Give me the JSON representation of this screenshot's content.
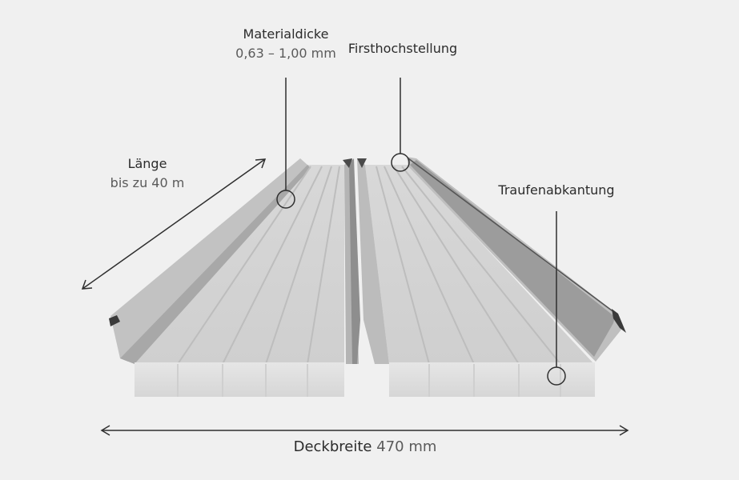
{
  "labels": {
    "materialdicke": {
      "title": "Materialdicke",
      "value": "0,63 – 1,00 mm"
    },
    "firsthochstellung": {
      "title": "Firsthochstellung"
    },
    "laenge": {
      "title": "Länge",
      "value": "bis zu 40 m"
    },
    "traufenabkantung": {
      "title": "Traufenabkantung"
    },
    "deckbreite": {
      "title": "Deckbreite",
      "value": "470 mm"
    }
  },
  "colors": {
    "background": "#f0f0f0",
    "panel_light": "#dcdcdc",
    "panel_mid": "#c4c4c4",
    "panel_dark": "#8c8c8c",
    "line": "#2f2f2f"
  }
}
